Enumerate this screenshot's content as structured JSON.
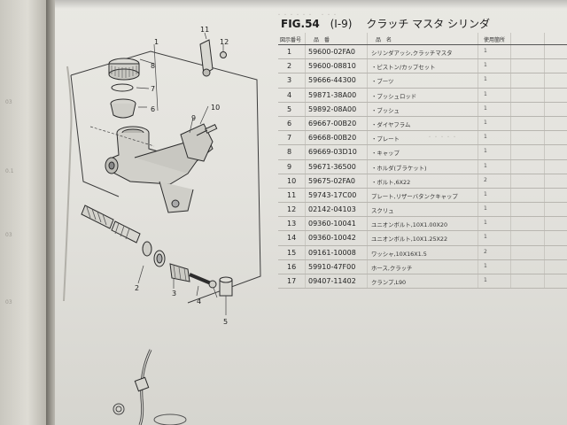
{
  "figure": {
    "label": "FIG.54",
    "code": "(I-9)",
    "title": "クラッチ マスタ シリンダ"
  },
  "table": {
    "headers": {
      "ref_no": "図示番号",
      "part_no": "品　番",
      "description": "品　名",
      "usage": "使用箇所"
    },
    "rows": [
      {
        "ref": "1",
        "part_no": "59600-02FA0",
        "desc": "シリンダアッシ,クラッチマスタ",
        "qty": "1"
      },
      {
        "ref": "2",
        "part_no": "59600-08810",
        "desc": "・ピストン/カップセット",
        "qty": "1"
      },
      {
        "ref": "3",
        "part_no": "59666-44300",
        "desc": "・ブーツ",
        "qty": "1"
      },
      {
        "ref": "4",
        "part_no": "59871-38A00",
        "desc": "・プッシュロッド",
        "qty": "1"
      },
      {
        "ref": "5",
        "part_no": "59892-08A00",
        "desc": "・ブッシュ",
        "qty": "1"
      },
      {
        "ref": "6",
        "part_no": "69667-00B20",
        "desc": "・ダイヤフラム",
        "qty": "1"
      },
      {
        "ref": "7",
        "part_no": "69668-00B20",
        "desc": "・プレート",
        "qty": "1"
      },
      {
        "ref": "8",
        "part_no": "69669-03D10",
        "desc": "・キャップ",
        "qty": "1"
      },
      {
        "ref": "9",
        "part_no": "59671-36500",
        "desc": "・ホルダ(ブラケット)",
        "qty": "1"
      },
      {
        "ref": "10",
        "part_no": "59675-02FA0",
        "desc": "・ボルト,6X22",
        "qty": "2"
      },
      {
        "ref": "11",
        "part_no": "59743-17C00",
        "desc": "プレート,リザーバタンクキャップ",
        "qty": "1"
      },
      {
        "ref": "12",
        "part_no": "02142-04103",
        "desc": "スクリュ",
        "qty": "1"
      },
      {
        "ref": "13",
        "part_no": "09360-10041",
        "desc": "ユニオンボルト,10X1.00X20",
        "qty": "1"
      },
      {
        "ref": "14",
        "part_no": "09360-10042",
        "desc": "ユニオンボルト,10X1.25X22",
        "qty": "1"
      },
      {
        "ref": "15",
        "part_no": "09161-10008",
        "desc": "ワッシャ,10X16X1.5",
        "qty": "2"
      },
      {
        "ref": "16",
        "part_no": "59910-47F00",
        "desc": "ホース,クラッチ",
        "qty": "1"
      },
      {
        "ref": "17",
        "part_no": "09407-11402",
        "desc": "クランプ,L90",
        "qty": "1"
      }
    ]
  },
  "diagram": {
    "callouts": [
      "1",
      "2",
      "3",
      "4",
      "5",
      "6",
      "7",
      "8",
      "9",
      "10",
      "11",
      "12"
    ]
  },
  "left_page": {
    "ghost_labels": [
      "03",
      "0.1",
      "03",
      "03"
    ]
  }
}
